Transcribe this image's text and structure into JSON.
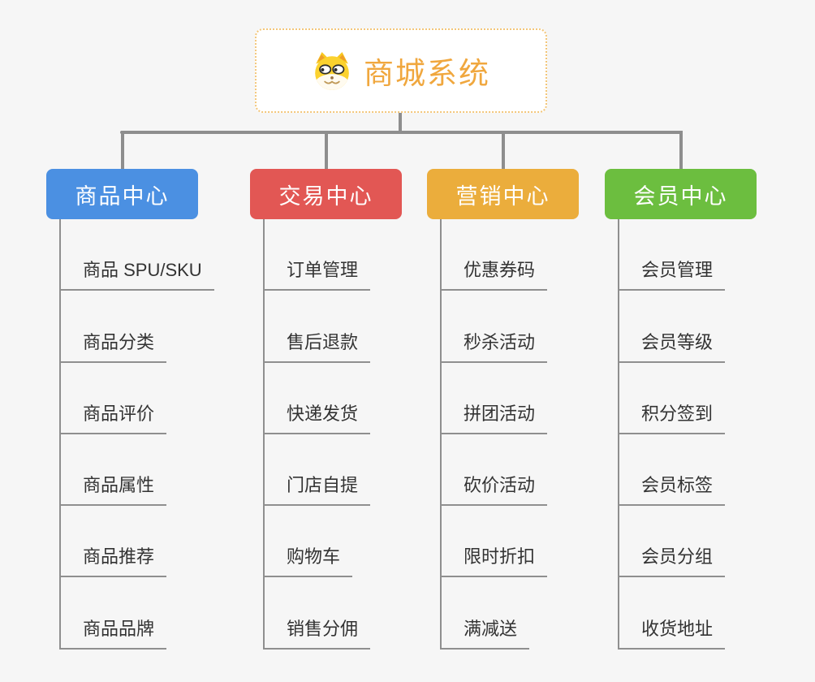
{
  "root": {
    "title": "商城系统",
    "icon": "dog-face-icon",
    "title_color": "#f0a73e",
    "border_color": "#f3c679"
  },
  "connector_color": "#8e8e8e",
  "branches": [
    {
      "label": "商品中心",
      "color": "#4b90e2",
      "children": [
        "商品 SPU/SKU",
        "商品分类",
        "商品评价",
        "商品属性",
        "商品推荐",
        "商品品牌"
      ]
    },
    {
      "label": "交易中心",
      "color": "#e25754",
      "children": [
        "订单管理",
        "售后退款",
        "快递发货",
        "门店自提",
        "购物车",
        "销售分佣"
      ]
    },
    {
      "label": "营销中心",
      "color": "#ebad3c",
      "children": [
        "优惠券码",
        "秒杀活动",
        "拼团活动",
        "砍价活动",
        "限时折扣",
        "满减送"
      ]
    },
    {
      "label": "会员中心",
      "color": "#6cbe3f",
      "children": [
        "会员管理",
        "会员等级",
        "积分签到",
        "会员标签",
        "会员分组",
        "收货地址"
      ]
    }
  ]
}
